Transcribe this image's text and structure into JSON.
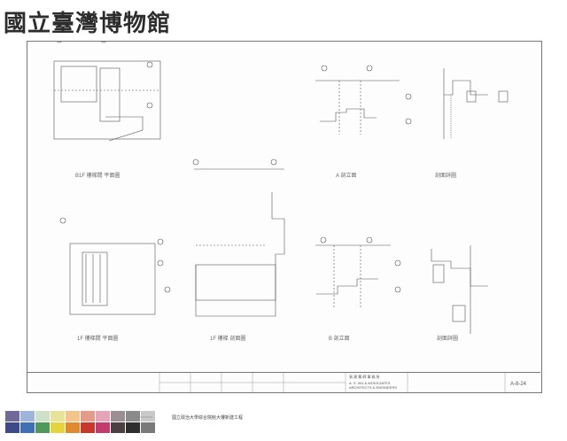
{
  "brand": {
    "title": "國立臺灣博物館"
  },
  "drawings": [
    {
      "id": "d1",
      "caption": "B1F 樓梯間 平面圖"
    },
    {
      "id": "d2",
      "caption": "A 剖立面"
    },
    {
      "id": "d3",
      "caption": "剖面詳圖"
    },
    {
      "id": "d4",
      "caption": "1F 樓梯間 平面圖"
    },
    {
      "id": "d5",
      "caption": "1F 樓梯 剖面圖"
    },
    {
      "id": "d6",
      "caption": "B 剖立面"
    },
    {
      "id": "d7",
      "caption": "剖面詳圖"
    }
  ],
  "title_block": {
    "firm_cn": "張 建 築 師 事 務 所",
    "firm_en": "A. S. WU & ASSOCIATES",
    "firm_en2": "ARCHITECTS & ENGINEERS",
    "sheet_no": "A-8-24"
  },
  "caption": "國立政治大學綜合院館大樓新建工程",
  "swatch_colors": [
    "#6f6a9a",
    "#9fb4d9",
    "#cfe0c8",
    "#e8e39a",
    "#f1c58c",
    "#e59b8a",
    "#e5a5b9",
    "#9a8f93",
    "#8b8b8b",
    "#c9c9c9",
    "#3d4a8a",
    "#3f6fb5",
    "#4f9a5a",
    "#e5d43c",
    "#e08a2f",
    "#c9372a",
    "#c33a6c",
    "#4b3f42",
    "#2e2e2e",
    "#7a7a7a"
  ]
}
